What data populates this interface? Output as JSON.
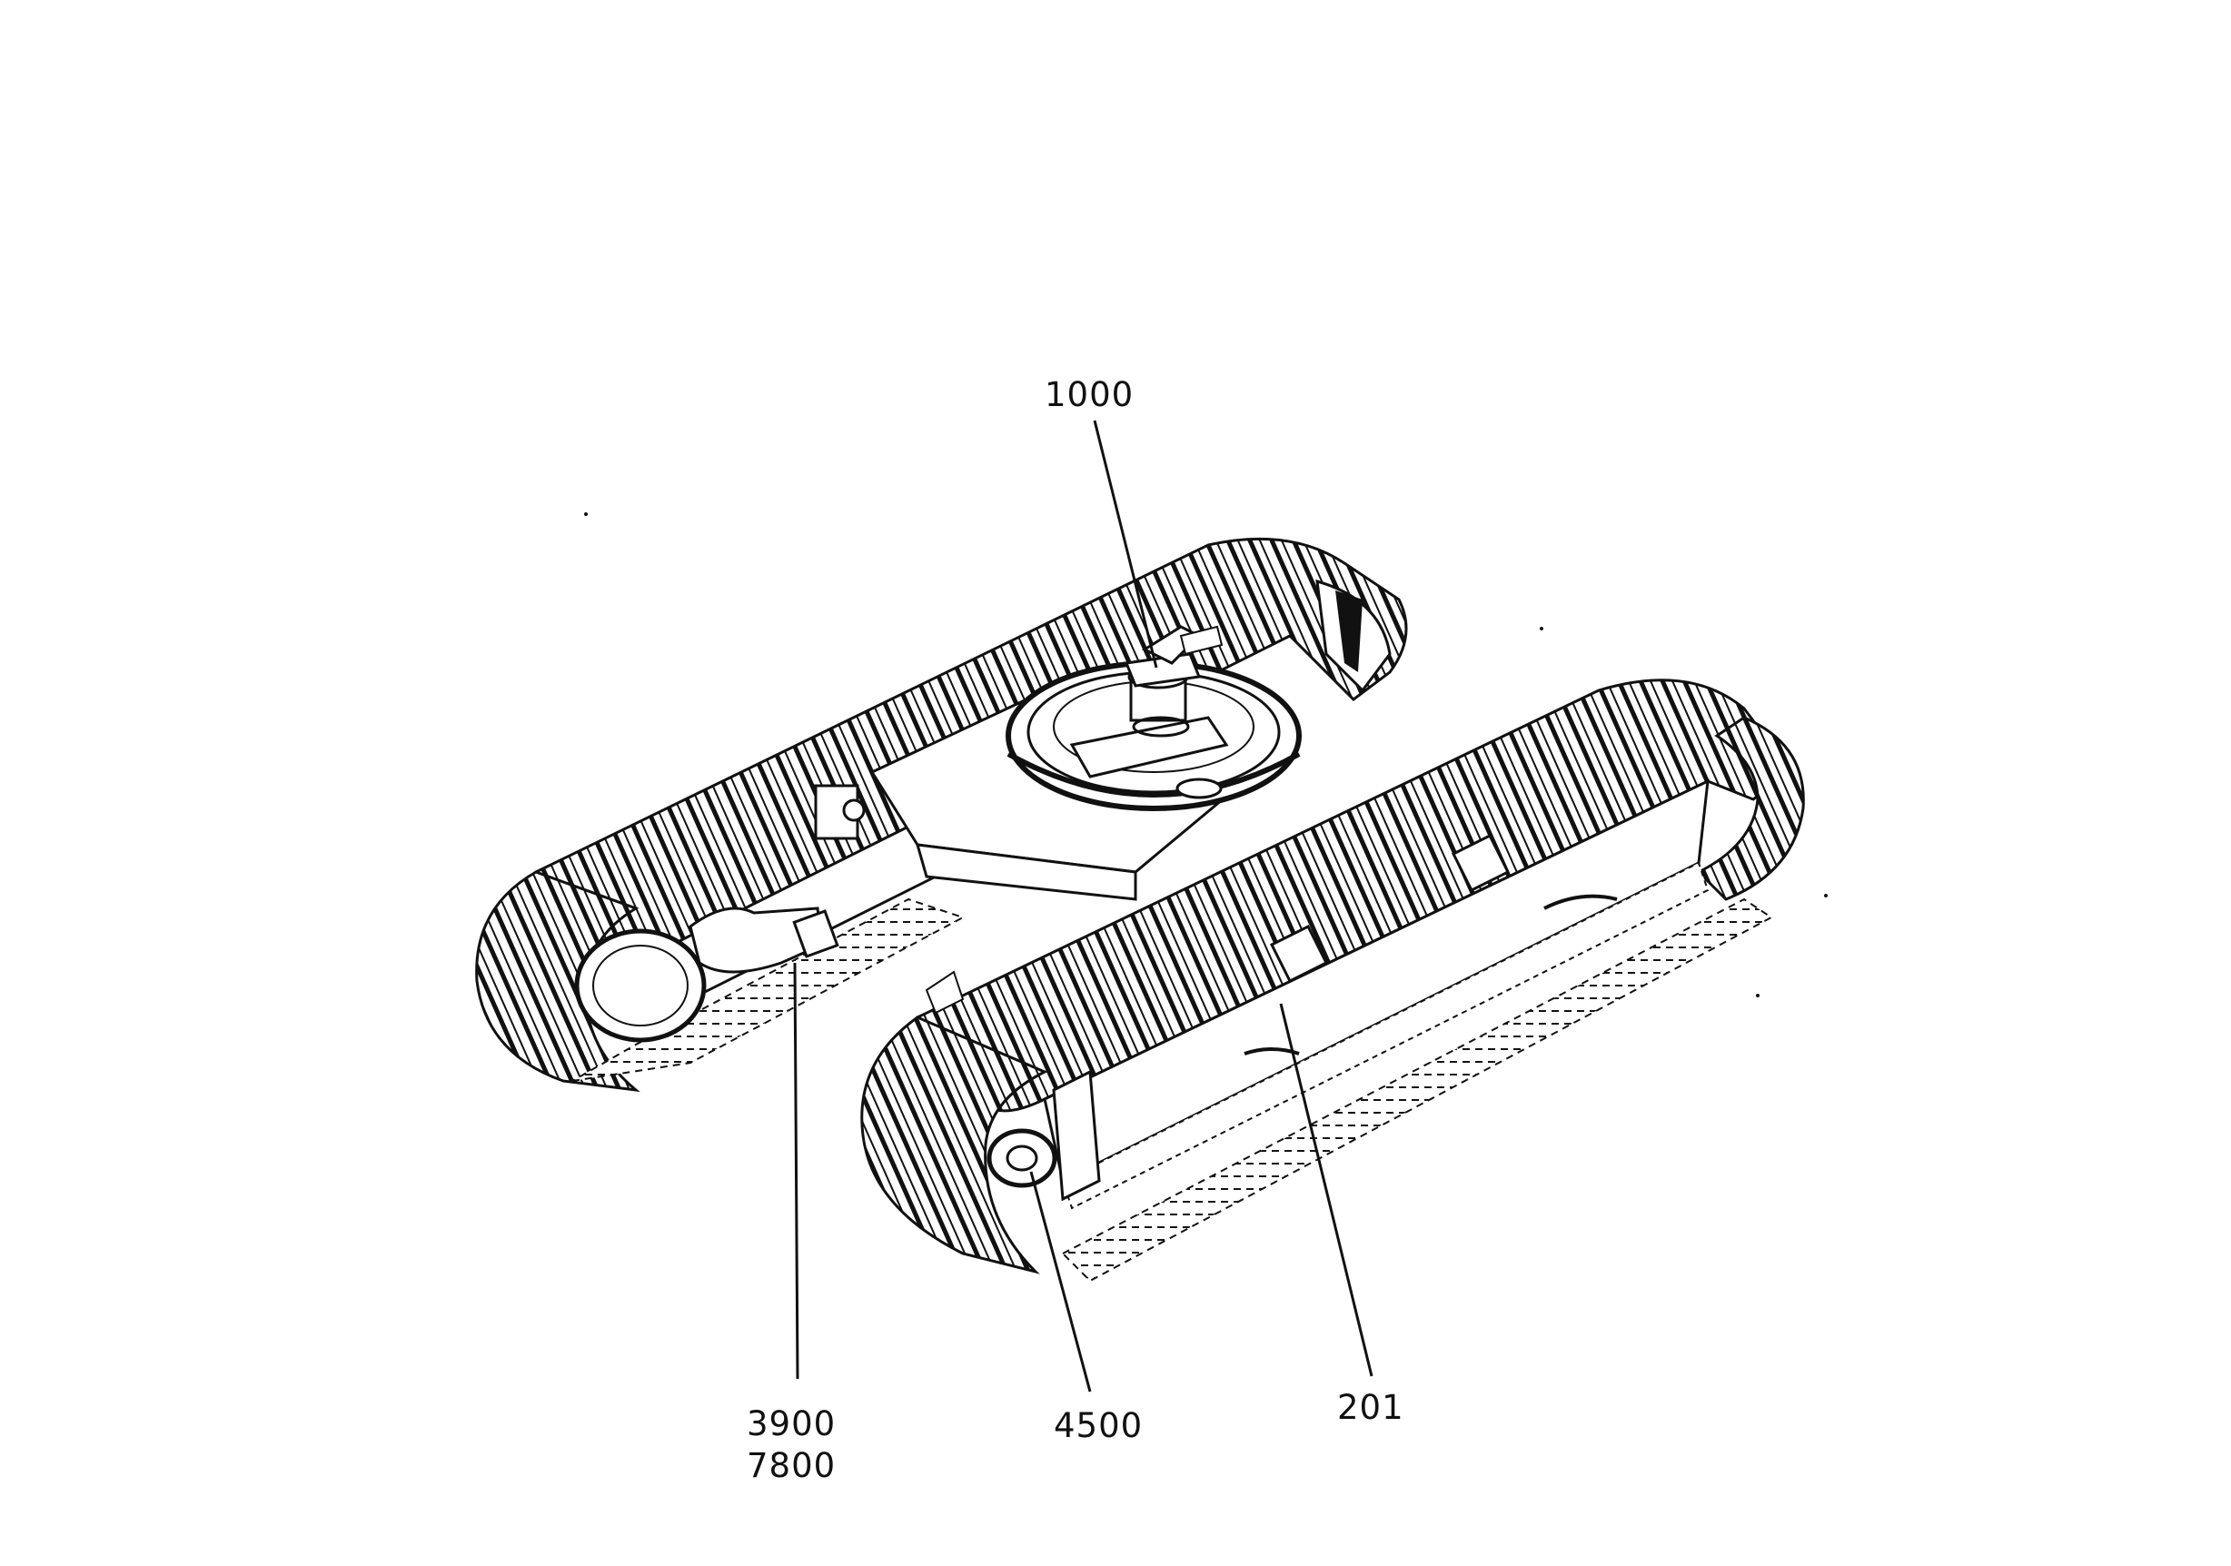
{
  "diagram": {
    "subject": "crawler undercarriage exploded view",
    "callouts": {
      "swivel": "1000",
      "idler_upper": "3900",
      "idler_lower": "7800",
      "drive": "4500",
      "frame": "201"
    }
  },
  "colors": {
    "ink": "#111111",
    "paper": "#ffffff"
  }
}
